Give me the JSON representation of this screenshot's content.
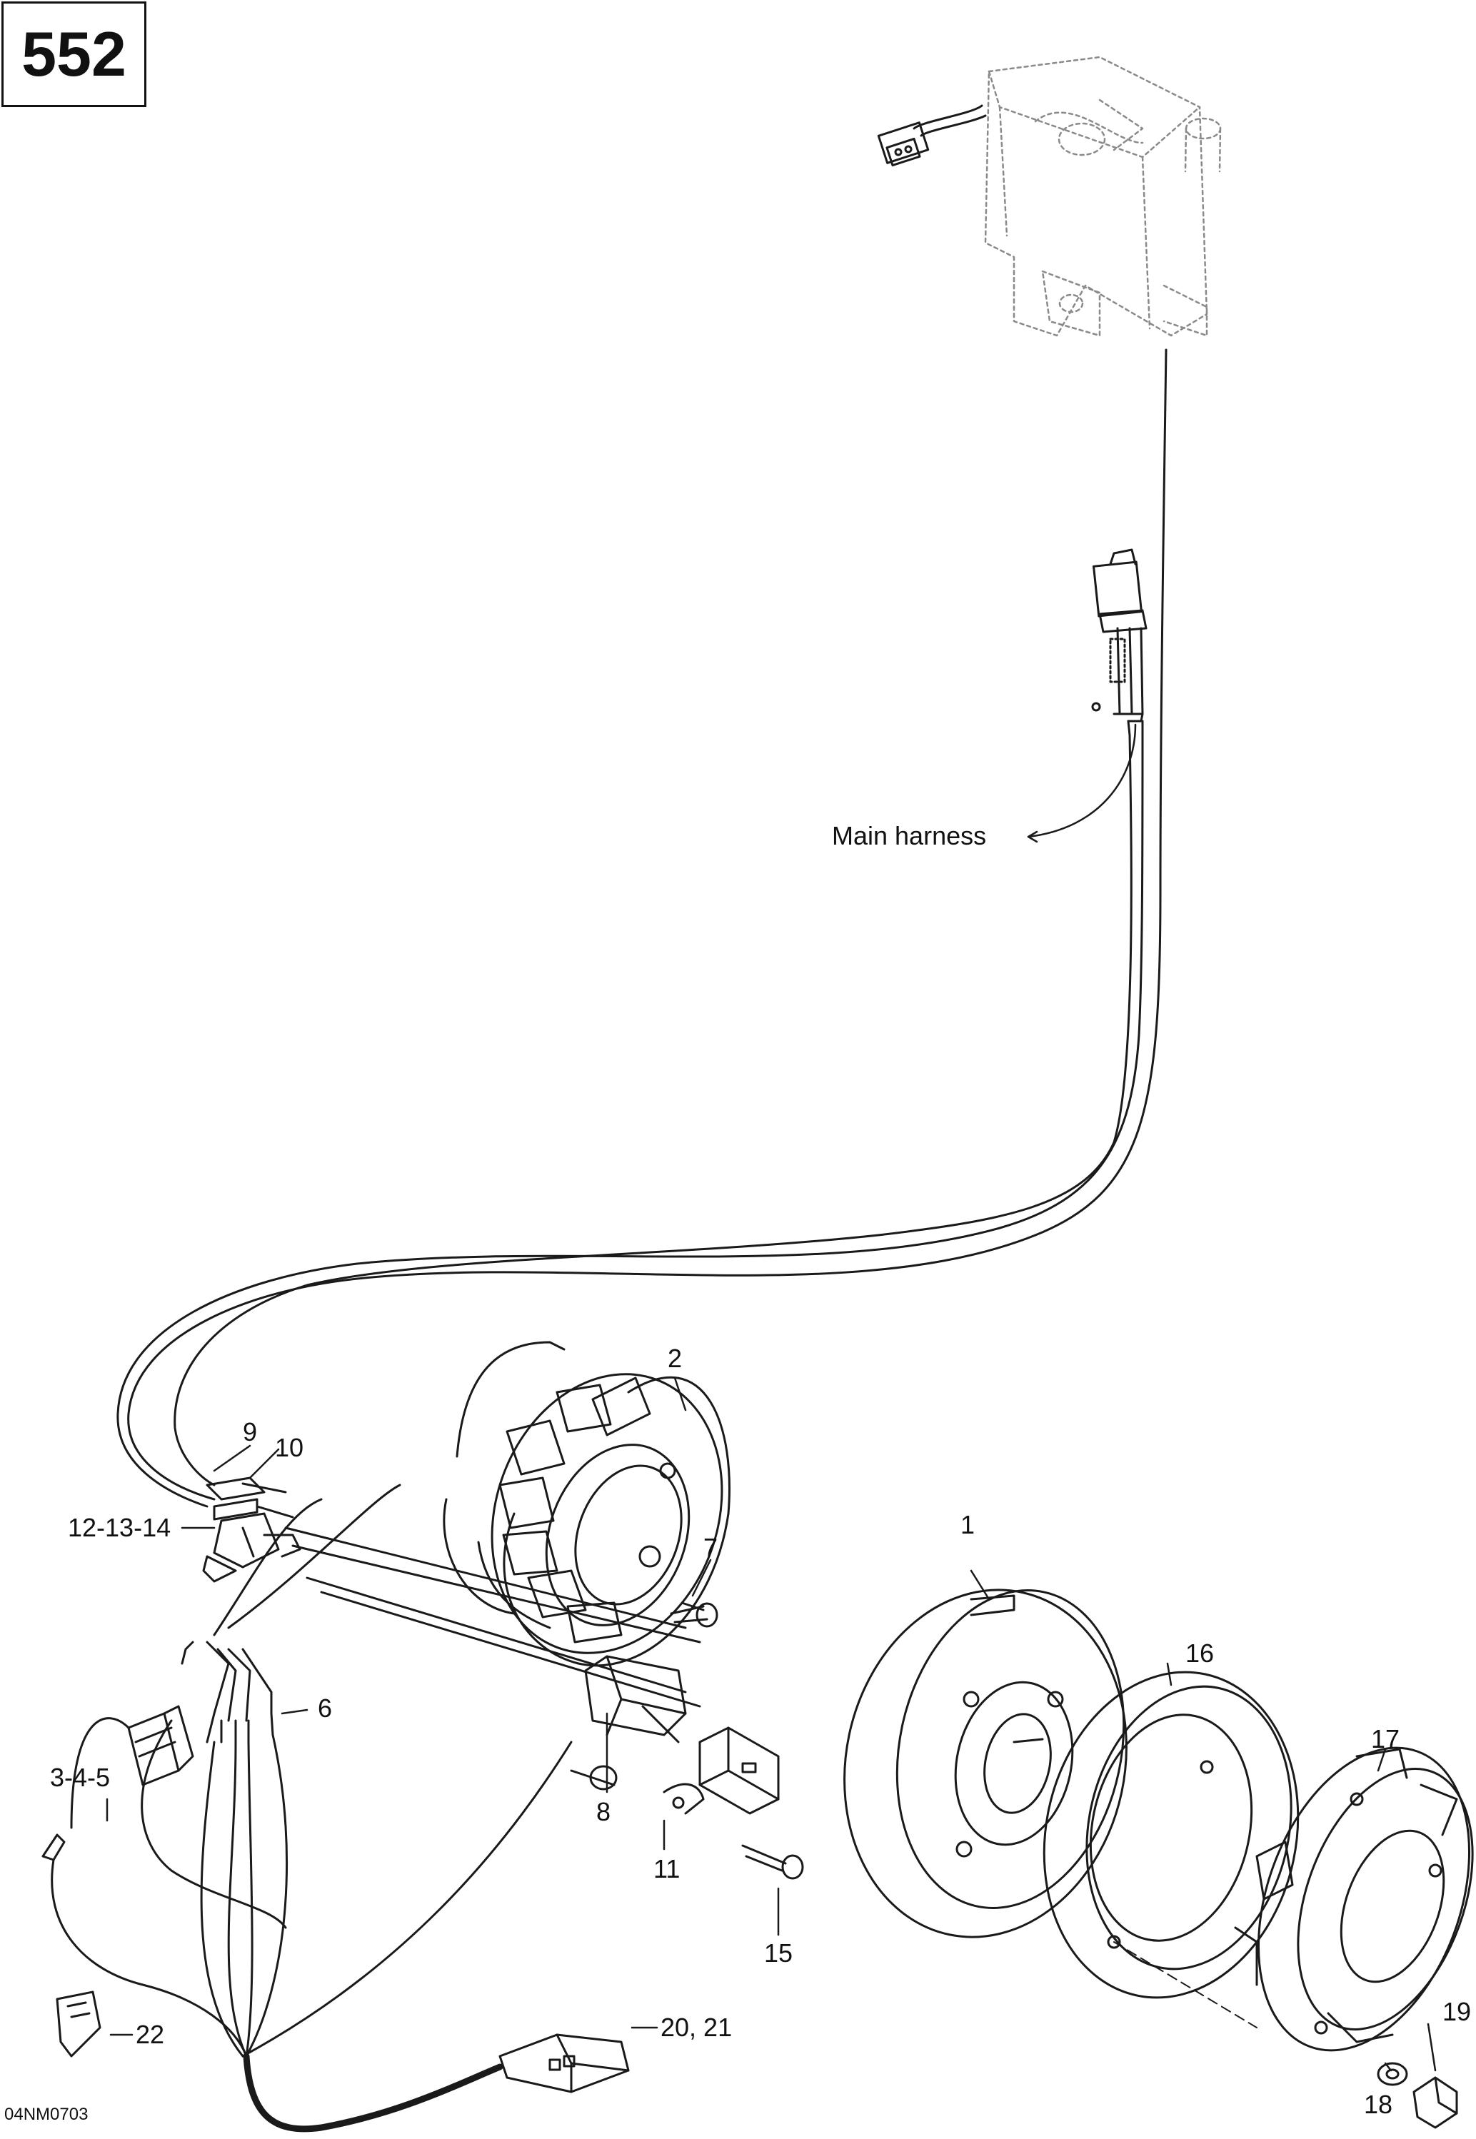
{
  "page_number": "552",
  "drawing_code": "04NM0703",
  "annotation": {
    "main_harness": "Main harness"
  },
  "callouts": [
    {
      "id": "c1",
      "text": "1"
    },
    {
      "id": "c2",
      "text": "2"
    },
    {
      "id": "c3",
      "text": "3-4-5"
    },
    {
      "id": "c6",
      "text": "6"
    },
    {
      "id": "c7",
      "text": "7"
    },
    {
      "id": "c8",
      "text": "8"
    },
    {
      "id": "c9",
      "text": "9"
    },
    {
      "id": "c10",
      "text": "10"
    },
    {
      "id": "c11",
      "text": "11"
    },
    {
      "id": "c12",
      "text": "12-13-14"
    },
    {
      "id": "c15",
      "text": "15"
    },
    {
      "id": "c16",
      "text": "16"
    },
    {
      "id": "c17",
      "text": "17"
    },
    {
      "id": "c18",
      "text": "18"
    },
    {
      "id": "c19",
      "text": "19"
    },
    {
      "id": "c20",
      "text": "20, 21"
    },
    {
      "id": "c22",
      "text": "22"
    }
  ],
  "line_color": "#1a1a1a",
  "ghost_color": "#8a8a8a"
}
